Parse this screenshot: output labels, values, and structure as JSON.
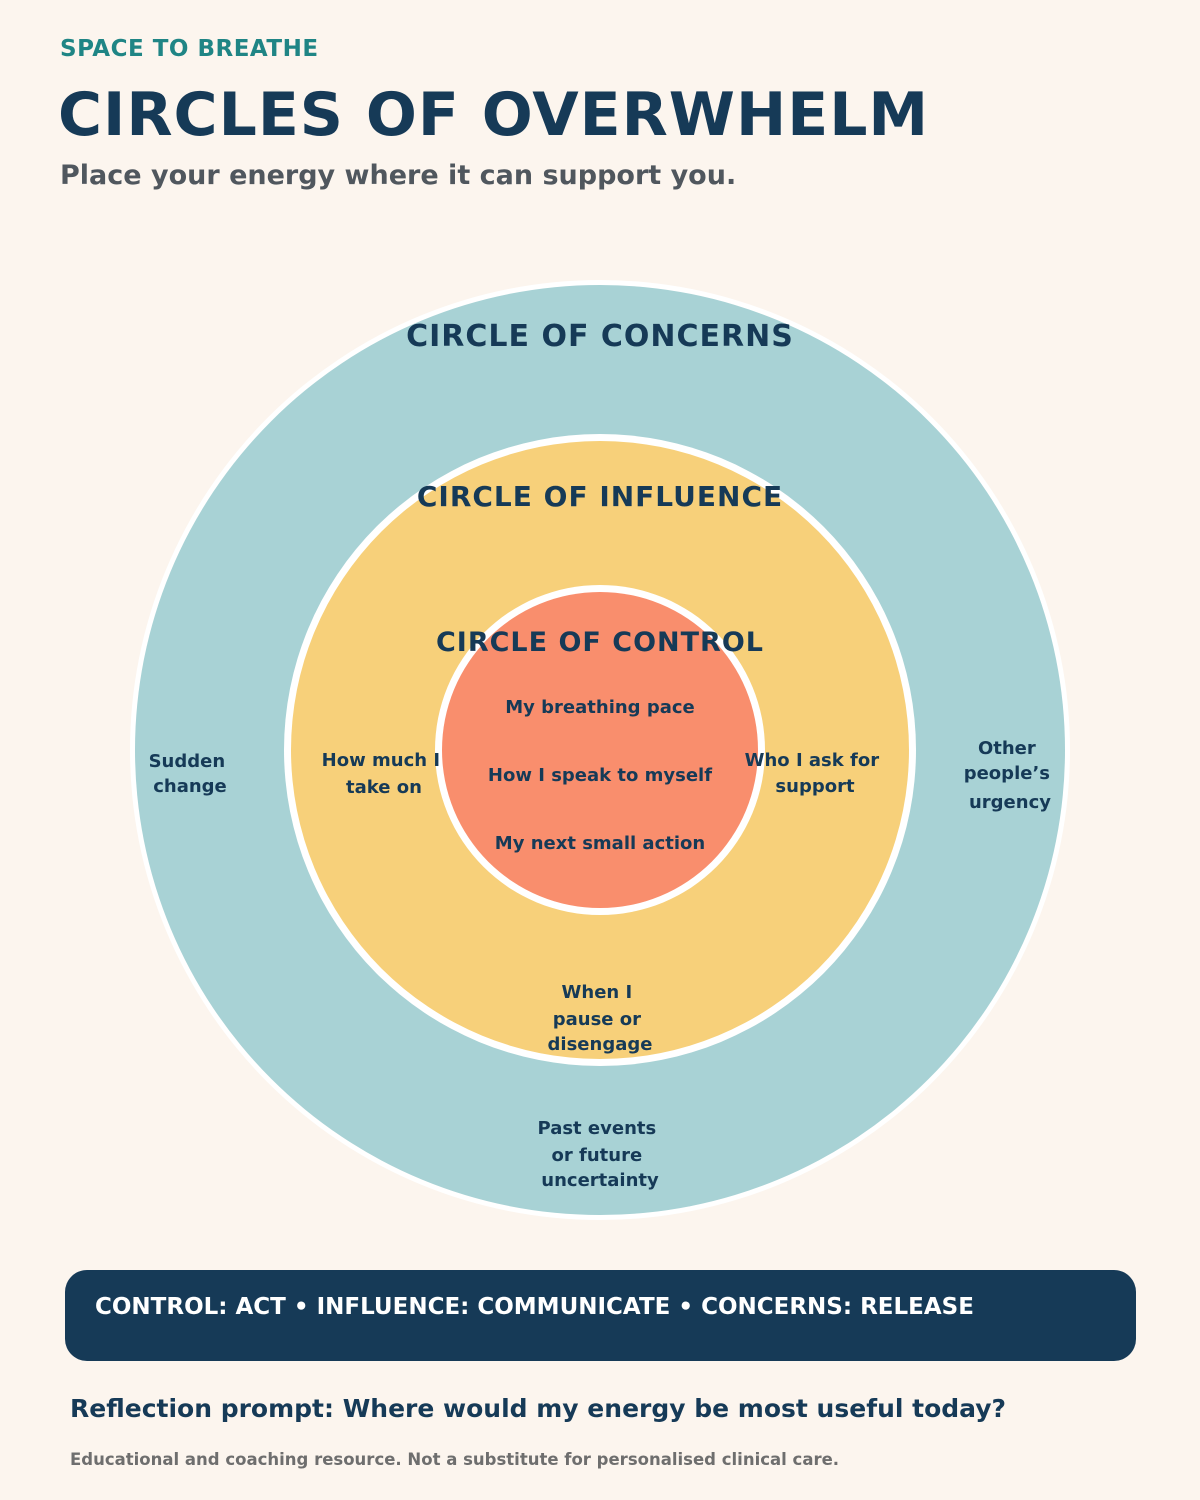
{
  "header": {
    "kicker": "SPACE TO BREATHE",
    "title": "CIRCLES OF OVERWHELM",
    "subtitle": "Place your energy where it can support you."
  },
  "circles": {
    "concerns": {
      "title": "CIRCLE OF CONCERNS",
      "color": "#a8d2d5",
      "items": {
        "left": [
          "Sudden",
          "change"
        ],
        "right": [
          "Other",
          "people’s",
          "urgency"
        ],
        "bottom": [
          "Past events",
          "or future",
          "uncertainty"
        ]
      }
    },
    "influence": {
      "title": "CIRCLE OF INFLUENCE",
      "color": "#f7d07a",
      "items": {
        "left": [
          "How much I",
          "take on"
        ],
        "right": [
          "Who I ask for",
          "support"
        ],
        "bottom": [
          "When I",
          "pause or",
          "disengage"
        ]
      }
    },
    "control": {
      "title": "CIRCLE OF CONTROL",
      "color": "#f98e6d",
      "items": [
        "My breathing pace",
        "How I speak to myself",
        "My next small action"
      ]
    }
  },
  "banner": {
    "text": "CONTROL: ACT • INFLUENCE: COMMUNICATE • CONCERNS: RELEASE",
    "color": "#163a57"
  },
  "footer": {
    "prompt": "Reflection prompt: Where would my energy be most useful today?",
    "disclaimer": "Educational and coaching resource. Not a substitute for personalised clinical care."
  }
}
